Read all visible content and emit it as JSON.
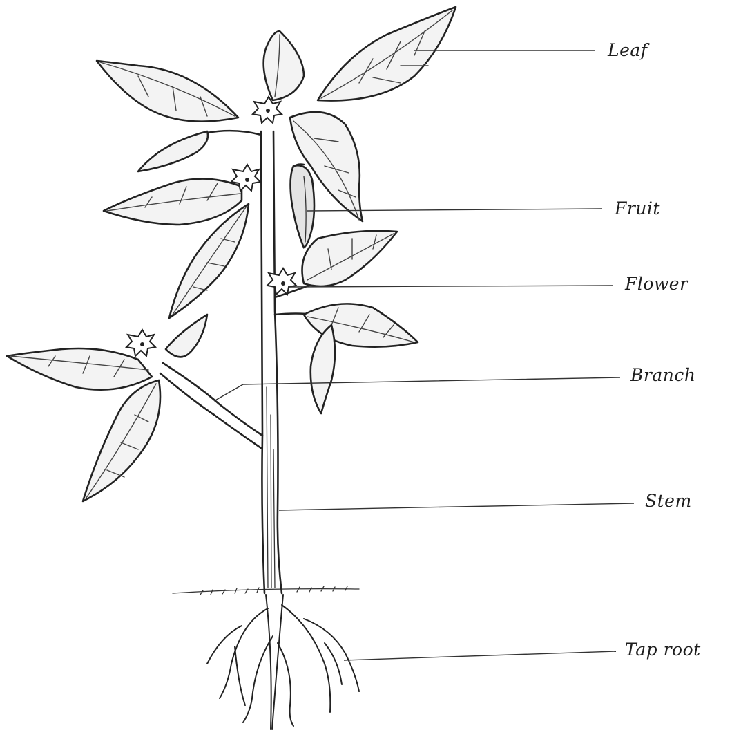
{
  "diagram": {
    "labels": {
      "leaf": "Leaf",
      "fruit": "Fruit",
      "flower": "Flower",
      "branch": "Branch",
      "stem": "Stem",
      "tap_root": "Tap root"
    }
  }
}
